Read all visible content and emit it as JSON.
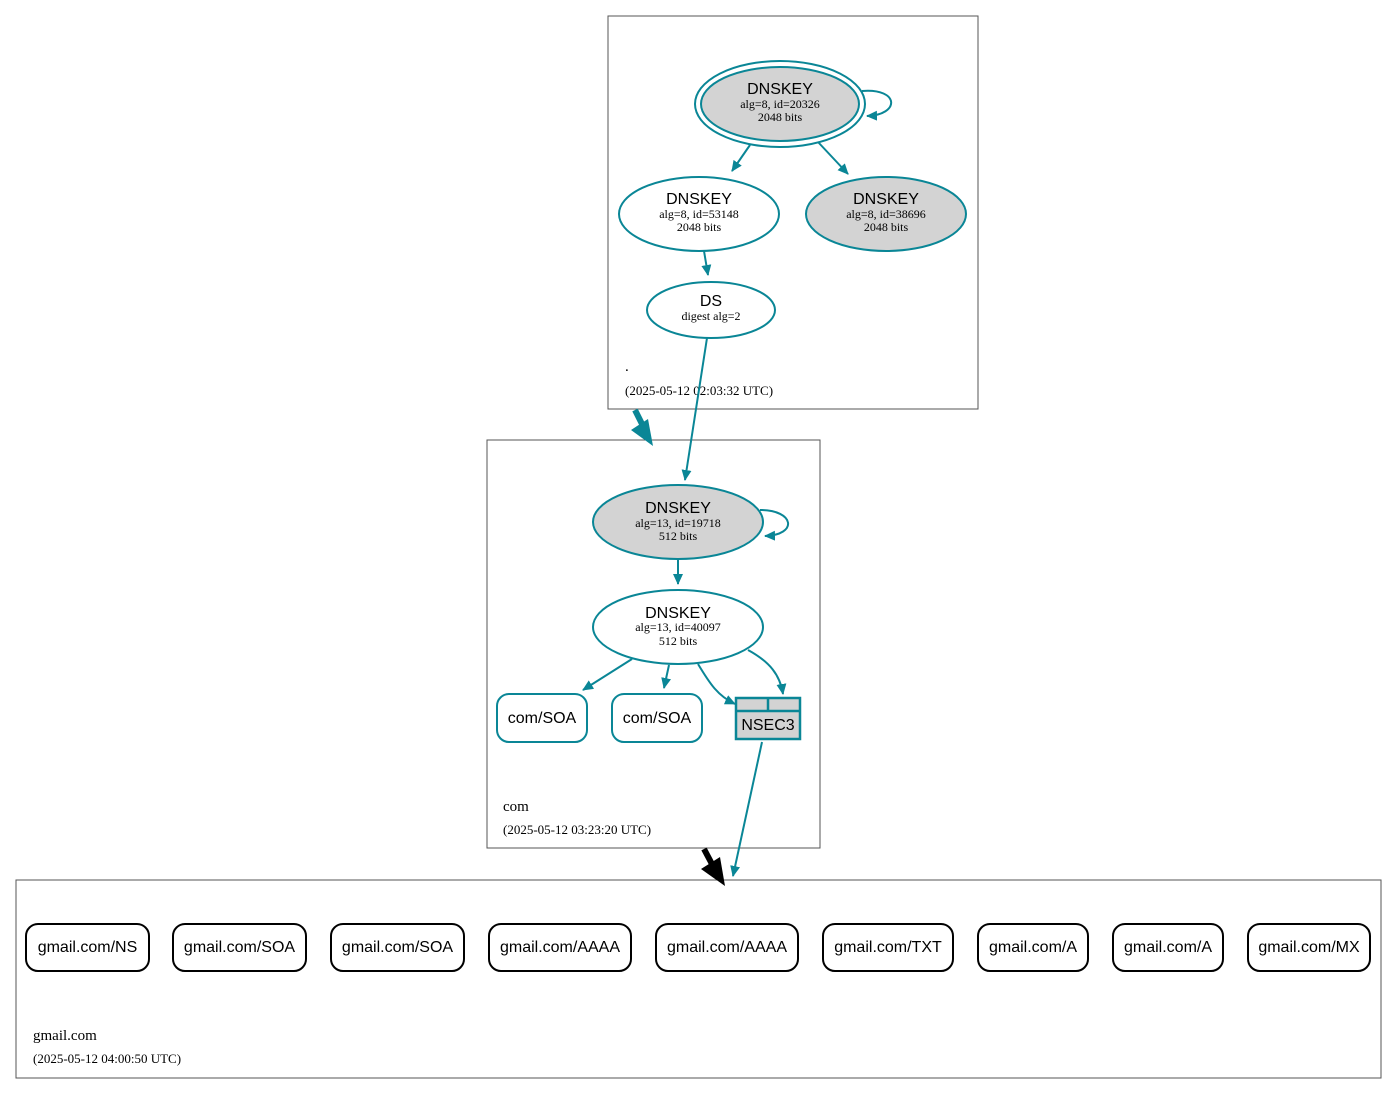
{
  "zones": {
    "root": {
      "name": ".",
      "timestamp": "(2025-05-12 02:03:32 UTC)"
    },
    "com": {
      "name": "com",
      "timestamp": "(2025-05-12 03:23:20 UTC)"
    },
    "gmail": {
      "name": "gmail.com",
      "timestamp": "(2025-05-12 04:00:50 UTC)"
    }
  },
  "nodes": {
    "root_ksk": {
      "title": "DNSKEY",
      "line1": "alg=8, id=20326",
      "line2": "2048 bits"
    },
    "root_zsk": {
      "title": "DNSKEY",
      "line1": "alg=8, id=53148",
      "line2": "2048 bits"
    },
    "root_key3": {
      "title": "DNSKEY",
      "line1": "alg=8, id=38696",
      "line2": "2048 bits"
    },
    "root_ds": {
      "title": "DS",
      "line1": "digest alg=2"
    },
    "com_ksk": {
      "title": "DNSKEY",
      "line1": "alg=13, id=19718",
      "line2": "512 bits"
    },
    "com_zsk": {
      "title": "DNSKEY",
      "line1": "alg=13, id=40097",
      "line2": "512 bits"
    },
    "com_soa1": {
      "label": "com/SOA"
    },
    "com_soa2": {
      "label": "com/SOA"
    },
    "com_nsec3": {
      "label": "NSEC3"
    }
  },
  "gmail_records": [
    "gmail.com/NS",
    "gmail.com/SOA",
    "gmail.com/SOA",
    "gmail.com/AAAA",
    "gmail.com/AAAA",
    "gmail.com/TXT",
    "gmail.com/A",
    "gmail.com/A",
    "gmail.com/MX"
  ],
  "colors": {
    "edge": "#0a8696",
    "secure_entry_fill": "#d3d3d3",
    "delegation_insecure": "#000000"
  }
}
